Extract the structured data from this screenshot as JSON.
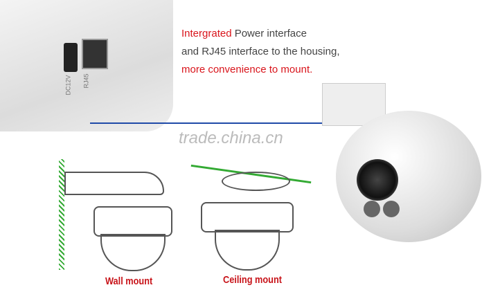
{
  "caption": {
    "line1_red": "Intergrated",
    "line1_rest": " Power interface",
    "line2": "and RJ45 interface to the housing,",
    "line3": "more convenience to mount."
  },
  "labels": {
    "wall": "Wall mount",
    "ceiling": "Ceiling mount",
    "port_dc": "DC12V",
    "port_rj45": "RJ45"
  },
  "watermark": "trade.china.cn",
  "colors": {
    "accent": "#d9141b",
    "line": "#1f4aa8"
  }
}
